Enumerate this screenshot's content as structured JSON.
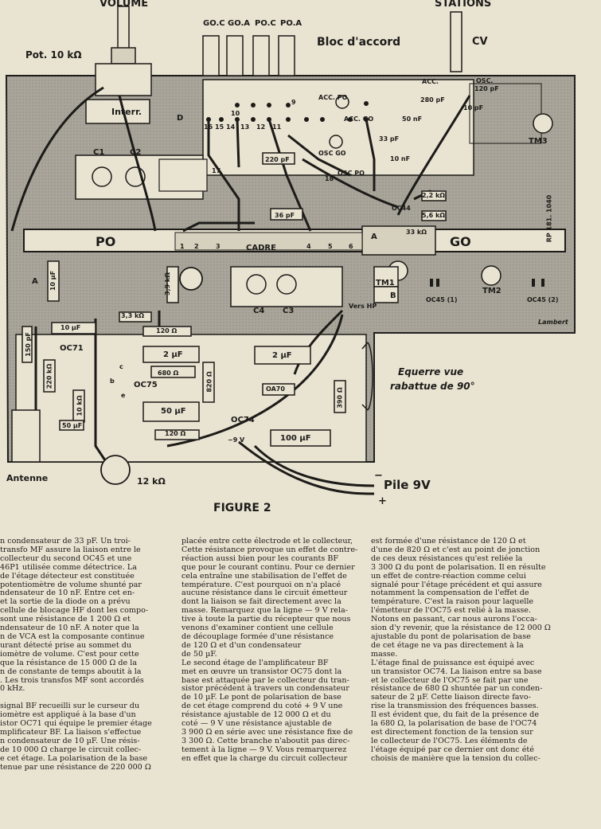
{
  "figure": {
    "caption": "FIGURE 2",
    "labels": {
      "volume": "VOLUME",
      "stations": "STATIONS",
      "pot": "Pot. 10 kΩ",
      "interr": "Interr.",
      "bloc": "Bloc d'accord",
      "goc": "GO.C",
      "goa": "GO.A",
      "poc": "PO.C",
      "poa": "PO.A",
      "cv": "CV",
      "acc": "ACC.",
      "acc280": "280 pF",
      "osc": "OSC.",
      "osc120": "120 pF",
      "pf10": "10 pF",
      "accpo": "ACC. PO",
      "accgo": "ACC. GO",
      "oscpo": "OSC PO",
      "oscgo": "OSC GO",
      "c1": "C1",
      "c2": "C2",
      "c3": "C3",
      "c4": "C4",
      "tm1": "TM1",
      "tm2": "TM2",
      "tm3": "TM3",
      "po": "PO",
      "go": "GO",
      "cadre": "CADRE",
      "pf220": "220 pF",
      "pf36": "36 pF",
      "nf50": "50 nF",
      "nf10": "10 nF",
      "pf33": "33 pF",
      "k22": "2,2 kΩ",
      "k56": "5,6 kΩ",
      "k33": "33 kΩ",
      "oc44": "OC44",
      "oc45a": "OC45 (1)",
      "oc45b": "OC45 (2)",
      "k39": "3,9 kΩ",
      "k33b": "3,3 kΩ",
      "r120a": "120 Ω",
      "r680": "680 Ω",
      "r820": "820 Ω",
      "r120b": "120 Ω",
      "r390": "390 Ω",
      "uf2a": "2 µF",
      "uf2b": "2 µF",
      "uf50a": "50 µF",
      "uf50b": "50 µF",
      "uf10a": "10 µF",
      "uf10b": "10 µF",
      "uf100": "100 µF",
      "pf150": "150 pF",
      "k220": "220 kΩ",
      "k10": "10 kΩ",
      "k12": "12 kΩ",
      "oc71": "OC71",
      "oc75": "OC75",
      "oc74": "OC74",
      "oa70": "OA70",
      "v9": "−9 V",
      "vershp": "Vers HP",
      "equerre1": "Equerre vue",
      "equerre2": "rabattue de 90°",
      "antenne": "Antenne",
      "pile": "Pile 9V",
      "minus": "−",
      "plus": "+",
      "ref": "RP 181. 1040",
      "sig": "Lambert",
      "d": "D",
      "n1": "1",
      "n2": "2",
      "n3": "3",
      "n4": "4",
      "n5": "5",
      "n6": "6",
      "n9": "9",
      "n10": "10",
      "n11": "11",
      "n12": "12",
      "n13": "13",
      "n14": "14",
      "n15": "15",
      "n16": "16",
      "n17": "17",
      "n18": "18",
      "la": "A",
      "lb": "B",
      "lc": "c",
      "le": "e",
      "lbb": "b"
    }
  },
  "text": {
    "col1": [
      "n condensateur de 33 pF. Un troi-",
      "transfo MF assure la liaison entre le",
      "collecteur du second OC45 et une",
      "46P1 utilisée comme détectrice. La",
      "de l'étage détecteur est constituée",
      "potentiomètre de volume shunté par",
      "ndensateur de 10 nF. Entre cet en-",
      "et la sortie de la diode on a prévu",
      "cellule de blocage HF dont les compo-",
      "sont une résistance de 1 200 Ω et",
      "ndensateur de 10 nF. A noter que la",
      "n de VCA est la composante continue",
      "urant détecté prise au sommet du",
      "iomètre de volume. C'est pour cette",
      " que la résistance de 15 000 Ω de la",
      "n de constante de temps aboutit à la",
      ". Les trois transfos MF sont accordés",
      "0 kHz.",
      "",
      "signal BF recueilli sur le curseur du",
      "iomètre est appliqué à la base d'un",
      "istor OC71 qui équipe le premier étage",
      "mplificateur BF. La liaison s'effectue",
      "n condensateur de 10 µF. Une résis-",
      "de 10 000 Ω charge le circuit collec-",
      "e cet étage. La polarisation de la base",
      "tenue par une résistance de 220 000 Ω"
    ],
    "col2": [
      "placée entre cette électrode et le collecteur,",
      "Cette résistance provoque un effet de contre-",
      "réaction aussi bien pour les courants BF",
      "que pour le courant continu. Pour ce dernier",
      "cela entraîne une stabilisation de l'effet de",
      "température. C'est pourquoi on n'a placé",
      "aucune résistance dans le circuit émetteur",
      "dont la liaison se fait directement avec la",
      "masse. Remarquez que la ligne — 9 V rela-",
      "tive à toute la partie du récepteur que nous",
      "venons d'examiner contient une cellule",
      "de découplage formée d'une résistance",
      "de 120 Ω et d'un condensateur",
      "de 50 µF.",
      "   Le second étage de l'amplificateur BF",
      "met en œuvre un transistor OC75 dont la",
      "base est attaquée par le collecteur du tran-",
      "sistor précédent à travers un condensateur",
      "de 10 µF. Le pont de polarisation de base",
      "de cet étage comprend du coté + 9 V une",
      "résistance ajustable de 12 000 Ω et du",
      "coté — 9 V une résistance ajustable de",
      "3 900 Ω en série avec une résistance fixe de",
      "3 300 Ω. Cette branche n'aboutit pas direc-",
      "tement à la ligne — 9 V. Vous remarquerez",
      "en effet que la charge du circuit collecteur"
    ],
    "col3": [
      "est formée d'une résistance de 120 Ω et",
      "d'une de 820 Ω et c'est au point de jonction",
      "de ces deux résistances qu'est reliée la",
      "3 300 Ω du pont de polarisation. Il en résulte",
      "un effet de contre-réaction comme celui",
      "signalé pour l'étage précédent et qui assure",
      "notamment la compensation de l'effet de",
      "température. C'est la raison pour laquelle",
      "l'émetteur de l'OC75 est relié à la masse.",
      "Notons en passant, car nous aurons l'occa-",
      "sion d'y revenir, que la résistance de 12 000 Ω",
      "ajustable du pont de polarisation de base",
      "de cet étage ne va pas directement à la",
      "masse.",
      "   L'étage final de puissance est équipé avec",
      "un transistor OC74. La liaison entre sa base",
      "et le collecteur de l'OC75 se fait par une",
      "résistance de 680 Ω shuntée par un conden-",
      "sateur de 2 µF. Cette liaison directe favo-",
      "rise la transmission des fréquences basses.",
      "Il est évident que, du fait de la présence de",
      "la 680 Ω, la polarisation de base de l'OC74",
      "est directement fonction de la tension sur",
      "le collecteur de l'OC75. Les éléments de",
      "l'étage équipé par ce dernier ont donc été",
      "choisis de manière que la tension du collec-"
    ]
  }
}
